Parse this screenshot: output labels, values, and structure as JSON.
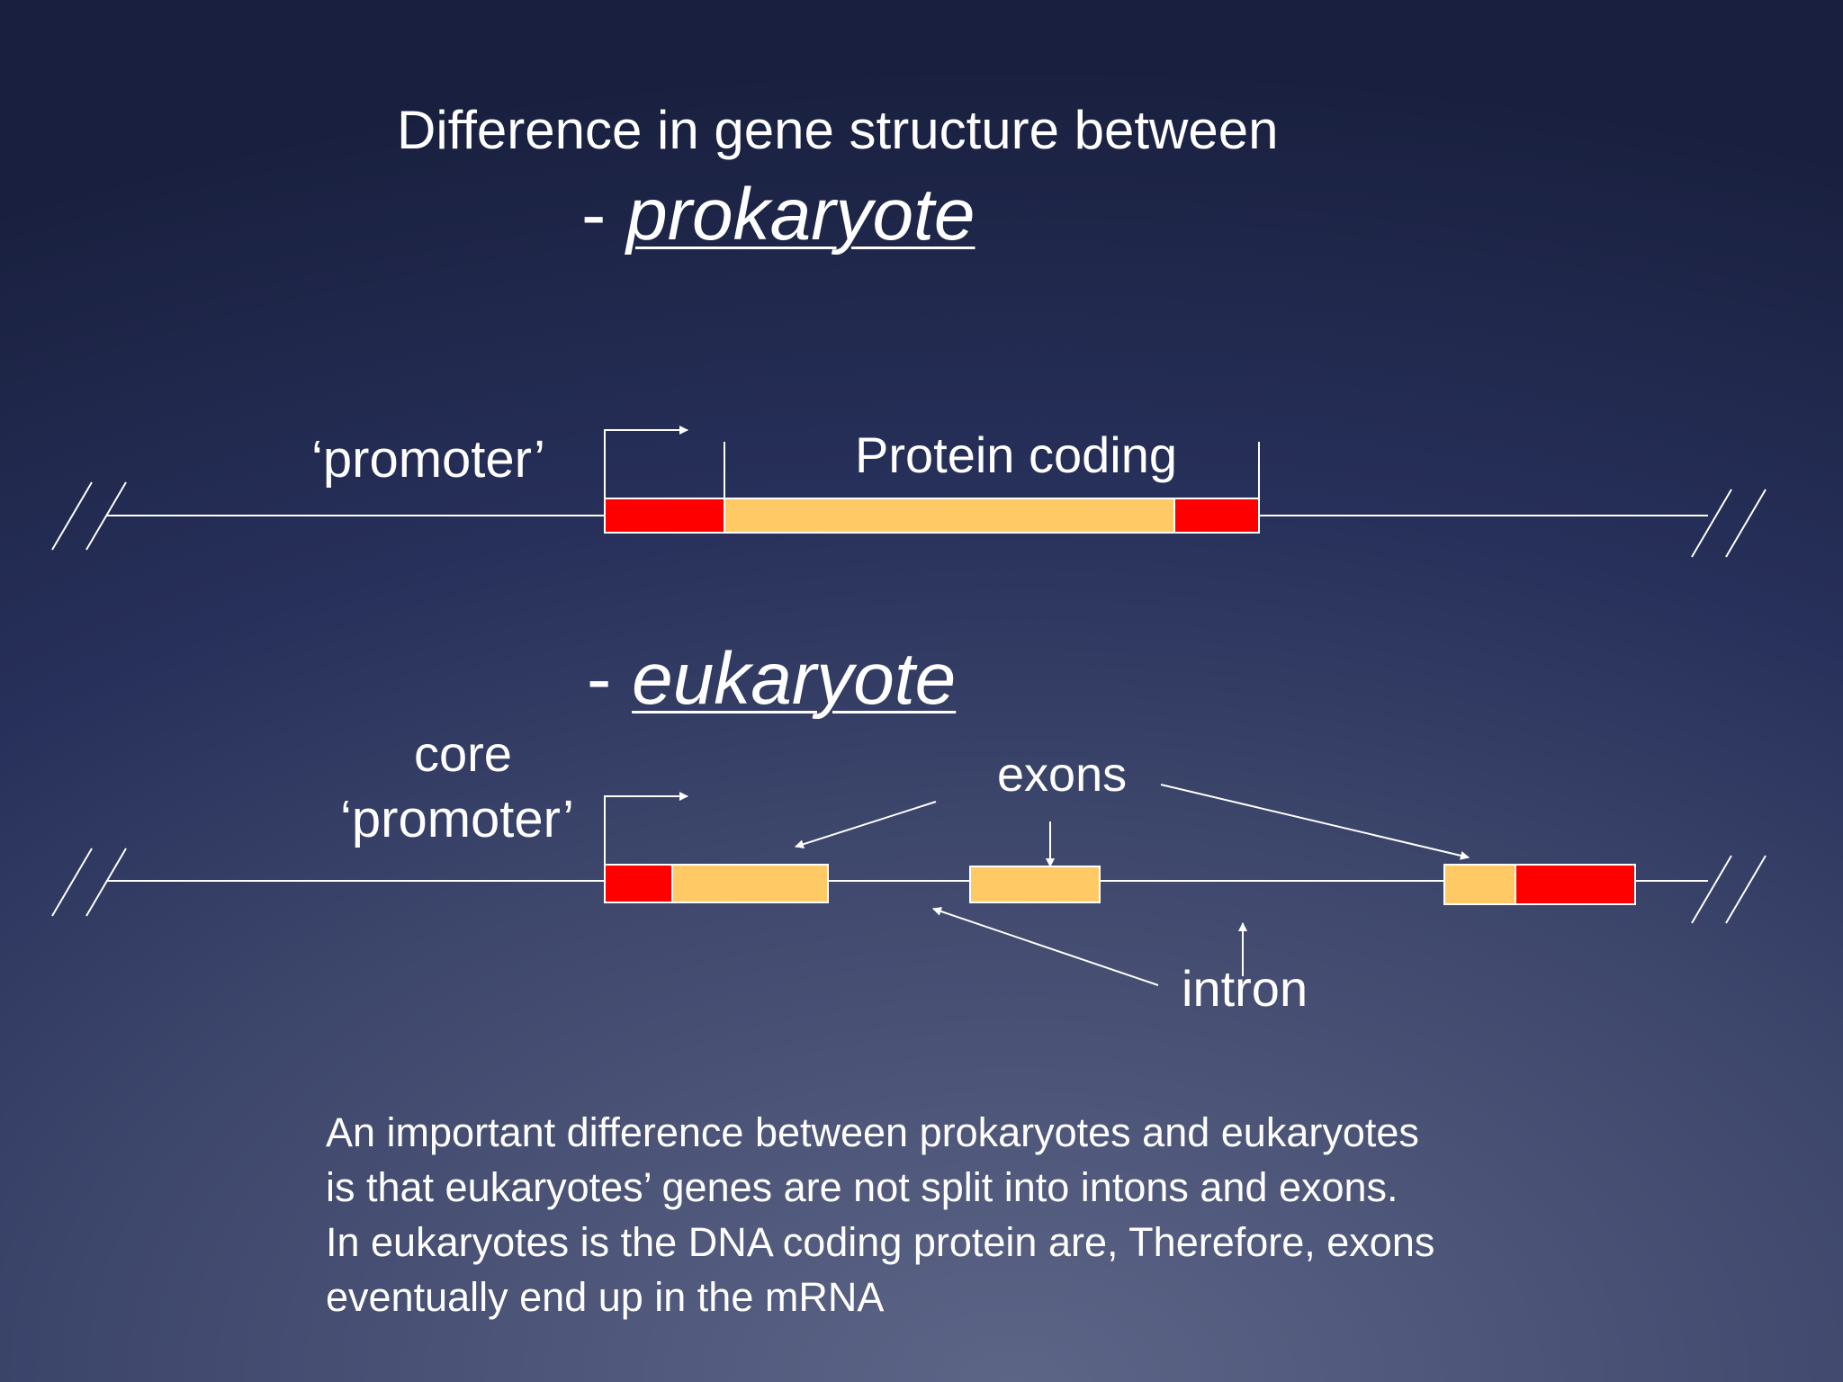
{
  "title": {
    "line1": "Difference in gene structure between",
    "prefix": "- ",
    "prokaryote": "prokaryote"
  },
  "prokaryote_gene": {
    "promoter_label": "‘promoter’",
    "coding_label": "Protein coding"
  },
  "eukaryote_heading": {
    "prefix": "- ",
    "term": "eukaryote"
  },
  "eukaryote_gene": {
    "core_label": "core",
    "promoter_label": "‘promoter’",
    "exons_label": "exons",
    "intron_label": "intron"
  },
  "caption": [
    "An important difference between prokaryotes and eukaryotes",
    "is that eukaryotes’ genes are not split into intons and exons.",
    "In eukaryotes is the DNA coding protein are, Therefore, exons",
    "eventually end up in the mRNA"
  ],
  "colors": {
    "utr_red": "#ff0000",
    "exon_orange": "#ffc966",
    "line_white": "#ffffff"
  }
}
